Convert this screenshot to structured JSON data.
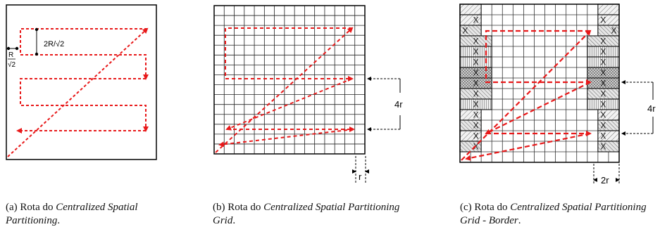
{
  "panels": {
    "a": {
      "spacing_label": "2R/√2",
      "radius_label_top": "R",
      "radius_label_bottom": "√2",
      "caption": {
        "prefix": "(a) Rota do ",
        "italic": "Centralized Spatial Partitioning",
        "suffix": "."
      }
    },
    "b": {
      "row_spacing_label": "4r",
      "cell_size_label": "r",
      "caption": {
        "prefix": "(b) Rota do ",
        "italic": "Centralized Spatial Partitioning Grid",
        "suffix": "."
      }
    },
    "c": {
      "row_spacing_label": "4r",
      "cell_size_label": "2r",
      "blocked_marker": "X",
      "caption": {
        "prefix": "(c) Rota do ",
        "italic": "Centralized Spatial Partitioning Grid - Border",
        "suffix": "."
      }
    }
  },
  "colors": {
    "route": "#e8191a",
    "grid": "#222222",
    "hatch": "#888888",
    "dim": "#000000"
  }
}
